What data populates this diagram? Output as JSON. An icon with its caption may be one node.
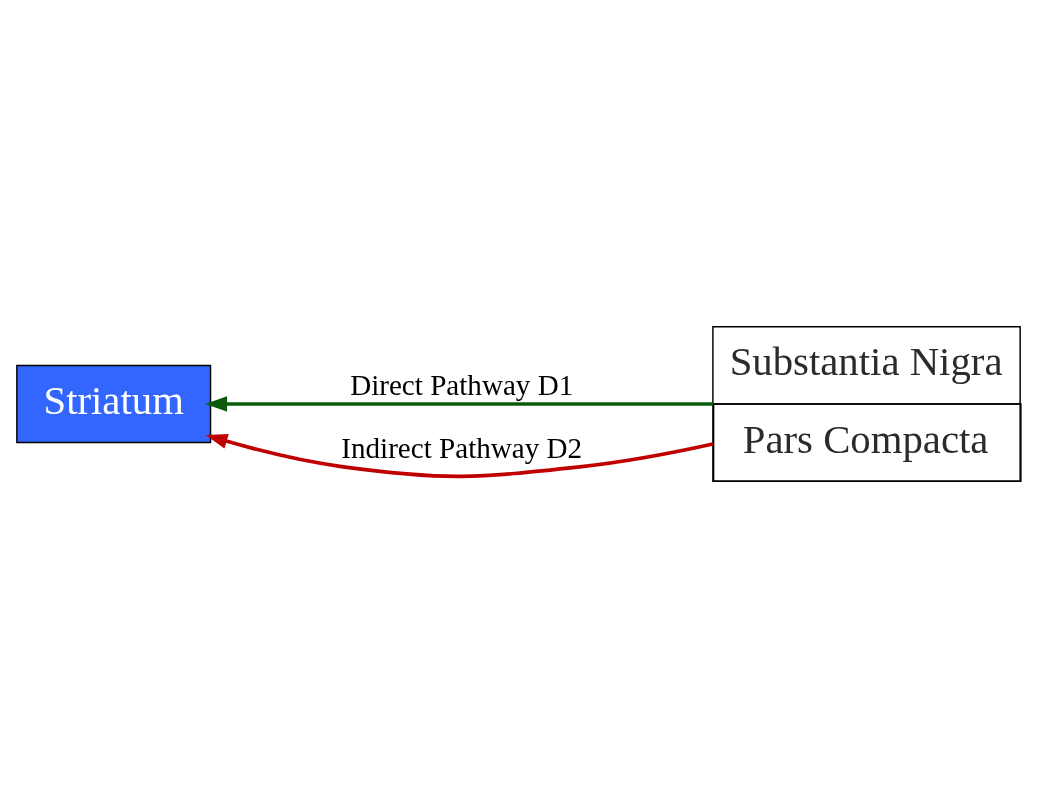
{
  "diagram": {
    "nodes": [
      {
        "text": [
          "Striatum"
        ]
      },
      {
        "text": [
          "Substantia Nigra",
          "Pars Compacta"
        ]
      }
    ],
    "edges": [
      {
        "from": 1,
        "to": 0,
        "arrow": "to",
        "label": "Direct Pathway D1",
        "color": "#0b5a0b"
      },
      {
        "from": 1,
        "to": 0,
        "arrow": "to",
        "label": "Indirect Pathway D2",
        "color": "#c00000"
      }
    ]
  }
}
